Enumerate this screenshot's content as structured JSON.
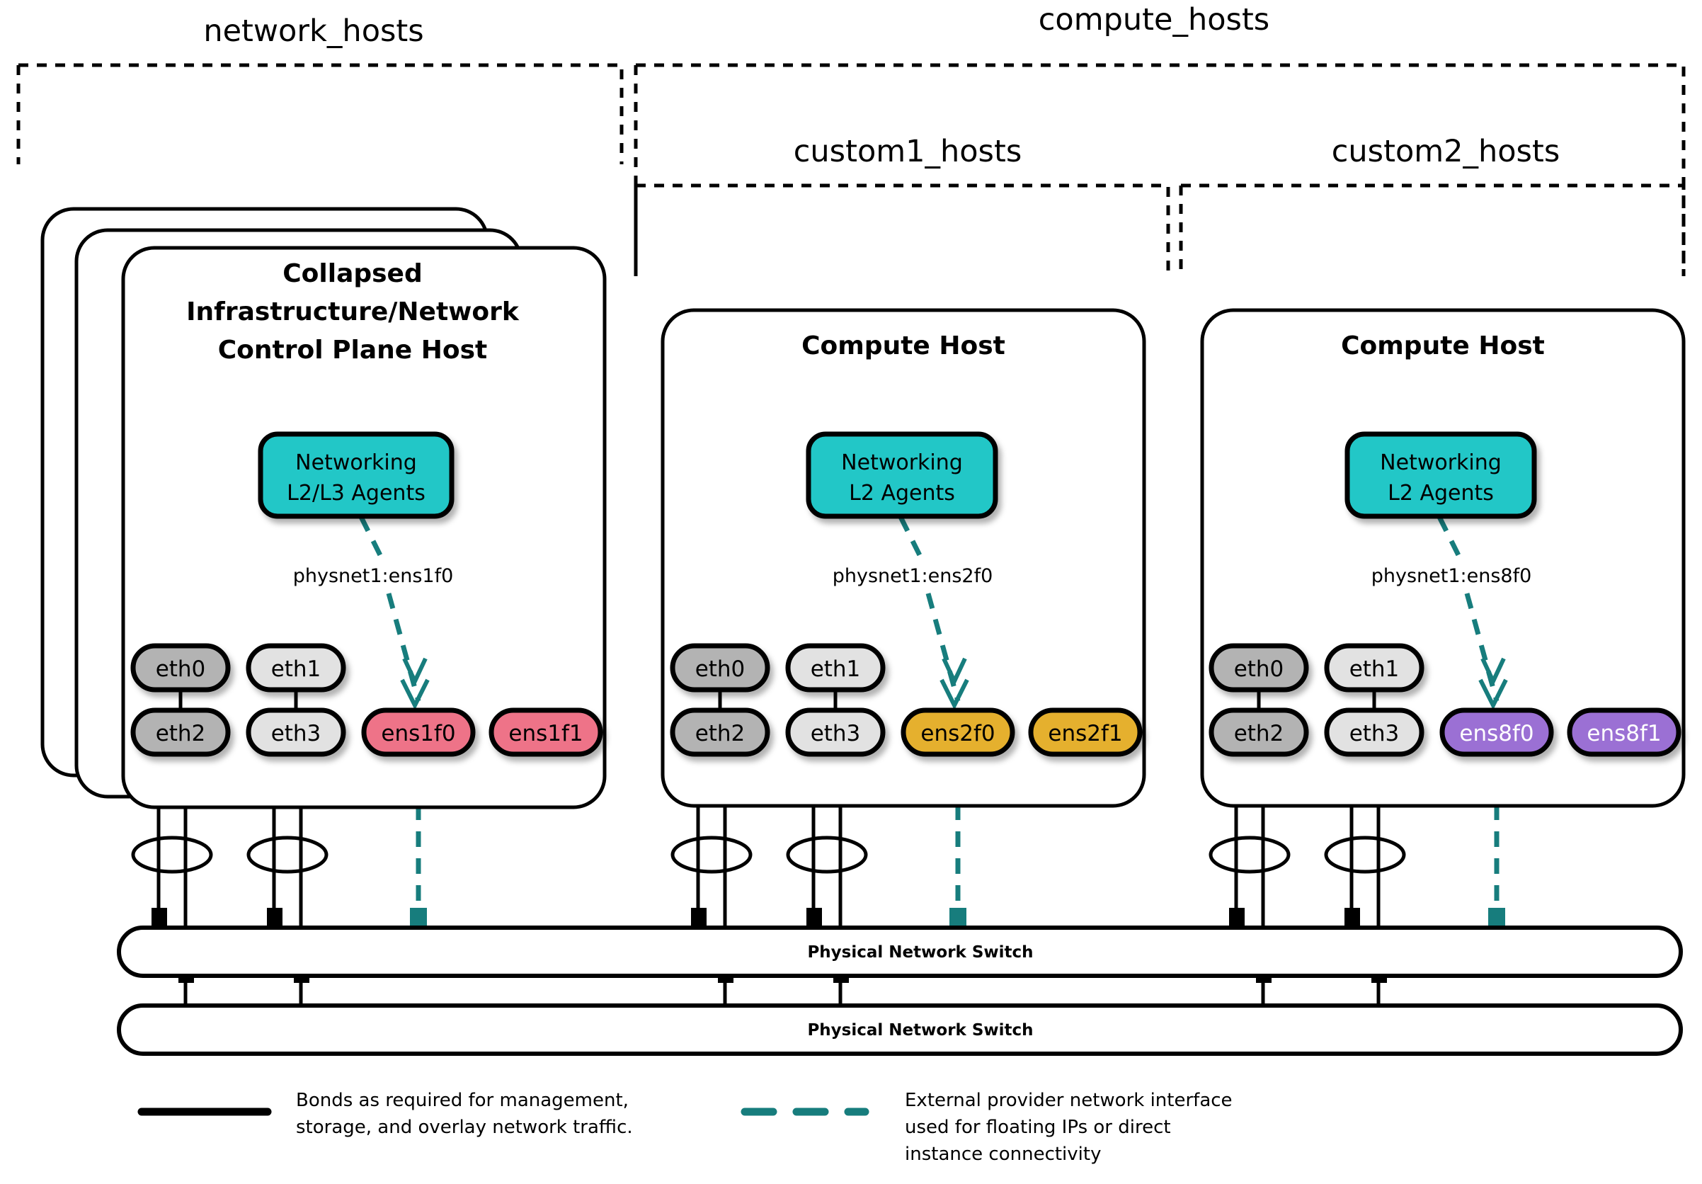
{
  "diagram": {
    "title": "OpenStack network and compute host interface layout",
    "colors": {
      "teal_agent": "#22C7C7",
      "teal_link": "#177D7D",
      "nic_dark_gray": "#B3B3B3",
      "nic_light_gray": "#E2E2E2",
      "nic_pink": "#EE7388",
      "nic_amber": "#E5B02F",
      "nic_purple": "#9B6FD4",
      "stroke": "#000000",
      "background": "#FFFFFF"
    }
  },
  "groups": [
    {
      "id": "network_hosts",
      "label": "network_hosts"
    },
    {
      "id": "compute_hosts",
      "label": "compute_hosts"
    },
    {
      "id": "custom1_hosts",
      "label": "custom1_hosts"
    },
    {
      "id": "custom2_hosts",
      "label": "custom2_hosts"
    }
  ],
  "hosts": [
    {
      "id": "network-host",
      "stacked": true,
      "stack_count": 3,
      "title_lines": [
        "Collapsed",
        "Infrastructure/Network",
        "Control Plane Host"
      ],
      "agent": {
        "lines": [
          "Networking",
          "L2/L3 Agents"
        ]
      },
      "physnet_label": "physnet1:ens1f0",
      "nics_top": [
        {
          "name": "eth0",
          "color_key": "nic_dark_gray",
          "text": "dark"
        },
        {
          "name": "eth1",
          "color_key": "nic_light_gray",
          "text": "dark"
        }
      ],
      "nics_bottom": [
        {
          "name": "eth2",
          "color_key": "nic_dark_gray",
          "text": "dark"
        },
        {
          "name": "eth3",
          "color_key": "nic_light_gray",
          "text": "dark"
        },
        {
          "name": "ens1f0",
          "color_key": "nic_pink",
          "text": "dark"
        },
        {
          "name": "ens1f1",
          "color_key": "nic_pink",
          "text": "dark"
        }
      ]
    },
    {
      "id": "compute-host-1",
      "stacked": false,
      "stack_count": 1,
      "title_lines": [
        "Compute Host"
      ],
      "agent": {
        "lines": [
          "Networking",
          "L2 Agents"
        ]
      },
      "physnet_label": "physnet1:ens2f0",
      "nics_top": [
        {
          "name": "eth0",
          "color_key": "nic_dark_gray",
          "text": "dark"
        },
        {
          "name": "eth1",
          "color_key": "nic_light_gray",
          "text": "dark"
        }
      ],
      "nics_bottom": [
        {
          "name": "eth2",
          "color_key": "nic_dark_gray",
          "text": "dark"
        },
        {
          "name": "eth3",
          "color_key": "nic_light_gray",
          "text": "dark"
        },
        {
          "name": "ens2f0",
          "color_key": "nic_amber",
          "text": "dark"
        },
        {
          "name": "ens2f1",
          "color_key": "nic_amber",
          "text": "dark"
        }
      ]
    },
    {
      "id": "compute-host-2",
      "stacked": false,
      "stack_count": 1,
      "title_lines": [
        "Compute Host"
      ],
      "agent": {
        "lines": [
          "Networking",
          "L2 Agents"
        ]
      },
      "physnet_label": "physnet1:ens8f0",
      "nics_top": [
        {
          "name": "eth0",
          "color_key": "nic_dark_gray",
          "text": "dark"
        },
        {
          "name": "eth1",
          "color_key": "nic_light_gray",
          "text": "dark"
        }
      ],
      "nics_bottom": [
        {
          "name": "eth2",
          "color_key": "nic_dark_gray",
          "text": "dark"
        },
        {
          "name": "eth3",
          "color_key": "nic_light_gray",
          "text": "dark"
        },
        {
          "name": "ens8f0",
          "color_key": "nic_purple",
          "text": "light"
        },
        {
          "name": "ens8f1",
          "color_key": "nic_purple",
          "text": "light"
        }
      ]
    }
  ],
  "switches": [
    {
      "id": "switch-1",
      "label": "Physical Network Switch"
    },
    {
      "id": "switch-2",
      "label": "Physical Network Switch"
    }
  ],
  "legend": [
    {
      "id": "legend-bond",
      "style": "solid",
      "lines": [
        "Bonds as required for management,",
        "storage, and overlay network traffic."
      ]
    },
    {
      "id": "legend-provider",
      "style": "dashed",
      "lines": [
        "External provider network interface",
        "used for floating IPs or direct",
        "instance connectivity"
      ]
    }
  ]
}
